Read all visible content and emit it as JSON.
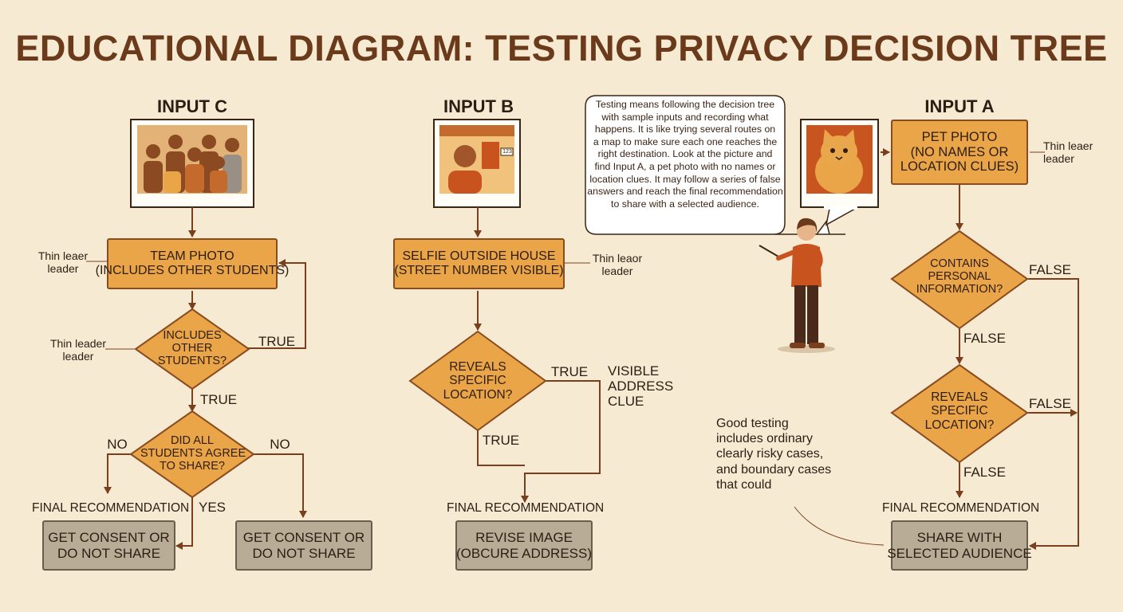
{
  "title": "EDUCATIONAL DIAGRAM: TESTING PRIVACY DECISION TREE",
  "colors": {
    "background": "#f6ead3",
    "process": "#e9a547",
    "final": "#b8ac96",
    "line": "#7a3f1c",
    "title": "#6a3a1a"
  },
  "columns": {
    "c": {
      "input_label": "INPUT C",
      "start": "TEAM PHOTO\n(INCLUDES OTHER STUDENTS)",
      "decision1": "INCLUDES\nOTHER\nSTUDENTS?",
      "decision1_true_loop": "TRUE",
      "decision1_true_down": "TRUE",
      "decision2": "DID ALL\nSTUDENTS AGREE\nTO SHARE?",
      "no_left": "NO",
      "no_right": "NO",
      "yes": "YES",
      "final_heading": "FINAL RECOMMENDATION",
      "final_left": "GET CONSENT OR\nDO NOT SHARE",
      "final_right": "GET CONSENT OR\nDO NOT SHARE",
      "leader1": "Thin leaer\nleader",
      "leader2": "Thin leader\nleader"
    },
    "b": {
      "input_label": "INPUT B",
      "start": "SELFIE OUTSIDE HOUSE\n(STREET NUMBER VISIBLE)",
      "decision": "REVEALS\nSPECIFIC\nLOCATION?",
      "true_right": "TRUE",
      "true_down": "TRUE",
      "clue": "VISIBLE\nADDRESS\nCLUE",
      "house_number": "123",
      "final_heading": "FINAL RECOMMENDATION",
      "final": "REVISE IMAGE\n(OBCURE ADDRESS)",
      "leader": "Thin leaor\nleader"
    },
    "a": {
      "input_label": "INPUT A",
      "start": "PET PHOTO\n(NO NAMES OR\nLOCATION CLUES)",
      "decision1": "CONTAINS\nPERSONAL\nINFORMATION?",
      "decision1_false_right": "FALSE",
      "decision1_false_down": "FALSE",
      "decision2": "REVEALS\nSPECIFIC\nLOCATION?",
      "decision2_false_right": "FALSE",
      "decision2_false_down": "FALSE",
      "final_heading": "FINAL RECOMMENDATION",
      "final": "SHARE WITH\nSELECTED AUDIENCE",
      "leader": "Thin leaer\nleader"
    }
  },
  "speech_bubble": "Testing means following the decision tree\nwith sample inputs and recording what\nhappens. It is like trying several routes on\na map to make sure each one reaches the\nright destination. Look at the picture and\nfind Input A, a pet photo with no names or\nlocation clues. It may follow a series of false\nanswers and reach the final recommendation\nto share with a selected audience.",
  "note": "Good testing\nincludes ordinary\nclearly risky cases,\nand boundary cases\nthat could"
}
